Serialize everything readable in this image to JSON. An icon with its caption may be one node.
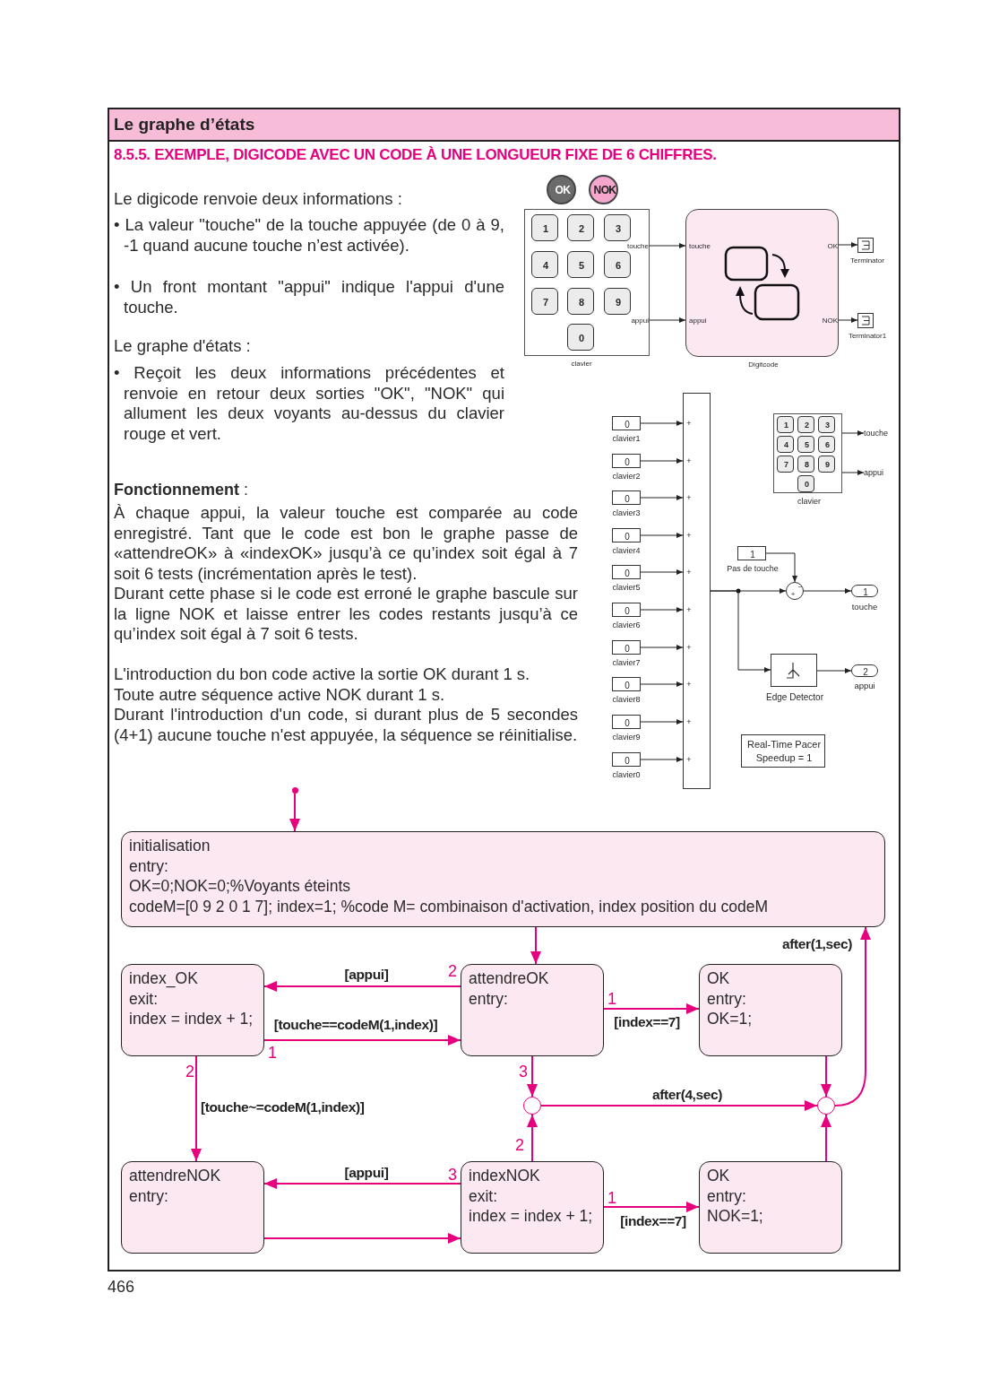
{
  "diagram": {
    "title": "Le graphe d’états",
    "nodes": [
      {
        "text": [
          "OK"
        ]
      },
      {
        "text": [
          "NOK"
        ]
      },
      {
        "text": [
          "touche",
          "appui",
          "clavier"
        ]
      },
      {
        "text": [
          "1"
        ],
        "in": 2
      },
      {
        "text": [
          "2"
        ],
        "in": 2
      },
      {
        "text": [
          "3"
        ],
        "in": 2
      },
      {
        "text": [
          "4"
        ],
        "in": 2
      },
      {
        "text": [
          "5"
        ],
        "in": 2
      },
      {
        "text": [
          "6"
        ],
        "in": 2
      },
      {
        "text": [
          "7"
        ],
        "in": 2
      },
      {
        "text": [
          "8"
        ],
        "in": 2
      },
      {
        "text": [
          "9"
        ],
        "in": 2
      },
      {
        "text": [
          "0"
        ],
        "in": 2
      },
      {
        "text": [
          "touche",
          "appui",
          "OK",
          "NOK",
          "Digitcode"
        ]
      },
      {
        "text": [
          "Terminator"
        ]
      },
      {
        "text": [
          "Terminator1"
        ]
      },
      {
        "text": [
          "0"
        ],
        "beside": [
          "clavier1"
        ]
      },
      {
        "text": [
          "0"
        ],
        "beside": [
          "clavier2"
        ]
      },
      {
        "text": [
          "0"
        ],
        "beside": [
          "clavier3"
        ]
      },
      {
        "text": [
          "0"
        ],
        "beside": [
          "clavier4"
        ]
      },
      {
        "text": [
          "0"
        ],
        "beside": [
          "clavier5"
        ]
      },
      {
        "text": [
          "0"
        ],
        "beside": [
          "clavier6"
        ]
      },
      {
        "text": [
          "0"
        ],
        "beside": [
          "clavier7"
        ]
      },
      {
        "text": [
          "0"
        ],
        "beside": [
          "clavier8"
        ]
      },
      {
        "text": [
          "0"
        ],
        "beside": [
          "clavier9"
        ]
      },
      {
        "text": [
          "0"
        ],
        "beside": [
          "clavier0"
        ]
      },
      {
        "text": [
          "+",
          "+",
          "+",
          "+",
          "+",
          "+",
          "+",
          "+",
          "+",
          "+"
        ]
      },
      {
        "text": [
          "clavier"
        ]
      },
      {
        "text": [
          "1"
        ],
        "in": 27
      },
      {
        "text": [
          "2"
        ],
        "in": 27
      },
      {
        "text": [
          "3"
        ],
        "in": 27
      },
      {
        "text": [
          "4"
        ],
        "in": 27
      },
      {
        "text": [
          "5"
        ],
        "in": 27
      },
      {
        "text": [
          "6"
        ],
        "in": 27
      },
      {
        "text": [
          "7"
        ],
        "in": 27
      },
      {
        "text": [
          "8"
        ],
        "in": 27
      },
      {
        "text": [
          "9"
        ],
        "in": 27
      },
      {
        "text": [
          "0"
        ],
        "in": 27
      },
      {
        "text": [
          "touche"
        ]
      },
      {
        "text": [
          "appui"
        ]
      },
      {
        "text": [
          "1"
        ],
        "beside": [
          "Pas de touche"
        ]
      },
      {
        "text": [
          "+",
          "−"
        ]
      },
      {
        "text": [
          "1"
        ],
        "beside": [
          "touche"
        ]
      },
      {
        "text": [
          "Edge Detector"
        ]
      },
      {
        "text": [
          "2"
        ],
        "beside": [
          "appui"
        ]
      },
      {
        "text": [
          "Real-Time Pacer Speedup = 1"
        ]
      },
      {
        "text": [],
        "shape": "circle"
      },
      {
        "text": [
          "initialisation",
          "entry:",
          "OK=0;NOK=0;%Voyants éteints",
          "codeM=[0 9 2 0 1 7]; index=1; %code M= combinaison d'activation, index position du codeM"
        ]
      },
      {
        "text": [
          "index_OK",
          "exit:",
          "index = index + 1;"
        ]
      },
      {
        "text": [
          "attendreOK",
          "entry:"
        ]
      },
      {
        "text": [
          "OK",
          "entry:",
          "OK=1;"
        ]
      },
      {
        "text": [],
        "shape": "circle"
      },
      {
        "text": [],
        "shape": "circle"
      },
      {
        "text": [
          "attendreNOK",
          "entry:"
        ]
      },
      {
        "text": [
          "indexNOK",
          "exit:",
          "index = index + 1;"
        ]
      },
      {
        "text": [
          "OK",
          "entry:",
          "NOK=1;"
        ]
      }
    ],
    "edges": [
      {
        "from": 2,
        "to": 13,
        "arrow": "to"
      },
      {
        "from": 2,
        "to": 13,
        "arrow": "to"
      },
      {
        "from": 13,
        "to": 14,
        "arrow": "to"
      },
      {
        "from": 13,
        "to": 15,
        "arrow": "to"
      },
      {
        "from": 16,
        "to": 26,
        "arrow": "to"
      },
      {
        "from": 17,
        "to": 26,
        "arrow": "to"
      },
      {
        "from": 18,
        "to": 26,
        "arrow": "to"
      },
      {
        "from": 19,
        "to": 26,
        "arrow": "to"
      },
      {
        "from": 20,
        "to": 26,
        "arrow": "to"
      },
      {
        "from": 21,
        "to": 26,
        "arrow": "to"
      },
      {
        "from": 22,
        "to": 26,
        "arrow": "to"
      },
      {
        "from": 23,
        "to": 26,
        "arrow": "to"
      },
      {
        "from": 24,
        "to": 26,
        "arrow": "to"
      },
      {
        "from": 25,
        "to": 26,
        "arrow": "to"
      },
      {
        "from": 27,
        "to": 38,
        "arrow": "to"
      },
      {
        "from": 27,
        "to": 39,
        "arrow": "to"
      },
      {
        "from": 26,
        "to": 41,
        "arrow": "to"
      },
      {
        "from": 26,
        "to": 43,
        "arrow": "to"
      },
      {
        "from": 40,
        "to": 41,
        "arrow": "to"
      },
      {
        "from": 41,
        "to": 42,
        "arrow": "to"
      },
      {
        "from": 43,
        "to": 44,
        "arrow": "to"
      },
      {
        "from": 46,
        "to": 47,
        "arrow": "to",
        "color": "#e6007e"
      },
      {
        "from": 47,
        "to": 49,
        "arrow": "to",
        "color": "#e6007e"
      },
      {
        "from": 49,
        "to": 48,
        "arrow": "to",
        "label": "[appui]",
        "color": "#e6007e"
      },
      {
        "from": 48,
        "to": 49,
        "arrow": "to",
        "label": "[touche==codeM(1,index)]",
        "color": "#e6007e"
      },
      {
        "from": 49,
        "to": 50,
        "arrow": "to",
        "label": "[index==7]",
        "color": "#e6007e"
      },
      {
        "from": 48,
        "to": 53,
        "arrow": "to",
        "label": "[touche~=codeM(1,index)]",
        "color": "#e6007e"
      },
      {
        "from": 49,
        "to": 51,
        "arrow": "to",
        "color": "#e6007e"
      },
      {
        "from": 51,
        "to": 52,
        "arrow": "to",
        "label": "after(4,sec)",
        "color": "#e6007e"
      },
      {
        "from": 50,
        "to": 52,
        "arrow": "to",
        "color": "#e6007e"
      },
      {
        "from": 52,
        "to": 47,
        "arrow": "to",
        "label": "after(1,sec)",
        "color": "#e6007e"
      },
      {
        "from": 54,
        "to": 51,
        "arrow": "to",
        "color": "#e6007e"
      },
      {
        "from": 55,
        "to": 52,
        "arrow": "to",
        "color": "#e6007e"
      },
      {
        "from": 54,
        "to": 53,
        "arrow": "to",
        "label": "[appui]",
        "color": "#e6007e"
      },
      {
        "from": 53,
        "to": 54,
        "arrow": "to",
        "color": "#e6007e"
      },
      {
        "from": 54,
        "to": 55,
        "arrow": "to",
        "label": "[index==7]",
        "color": "#e6007e"
      }
    ],
    "labels": [
      "8.5.5. EXEMPLE, DIGICODE AVEC UN CODE À UNE LONGUEUR FIXE DE 6 CHIFFRES.",
      "Le digicode renvoie deux informations :",
      "• La valeur \"touche\" de la touche appuyée (de 0 à 9, -1 quand aucune touche n’est activée).",
      "• Un front montant \"appui\" indique l'appui d'une touche.",
      "Le graphe d'états :",
      "• Reçoit les deux informations précédentes et renvoie en retour deux sorties \"OK\", \"NOK\" qui allument les deux voyants au-dessus du clavier rouge et vert.",
      "**Fonctionnement** :",
      "À chaque appui, la valeur touche est comparée au code enregistré. Tant que le code est bon le graphe passe de «attendreOK» à «indexOK» jusqu’à ce qu’index soit égal à 7 soit 6 tests (incrémentation après le test).",
      "Durant cette phase si le code est erroné le graphe bascule sur la ligne NOK et laisse entrer les codes restants jusqu’à ce qu’index soit égal à 7 soit 6 tests.",
      "L'introduction du bon code active la sortie OK durant 1 s.",
      "Toute autre séquence active NOK durant 1 s.",
      "Durant l'introduction d'un code, si durant plus de 5 secondes (4+1) aucune touche n'est appuyée, la séquence se réinitialise.",
      "2",
      "1",
      "1",
      "2",
      "3",
      "2",
      "3",
      "1",
      "466"
    ]
  }
}
